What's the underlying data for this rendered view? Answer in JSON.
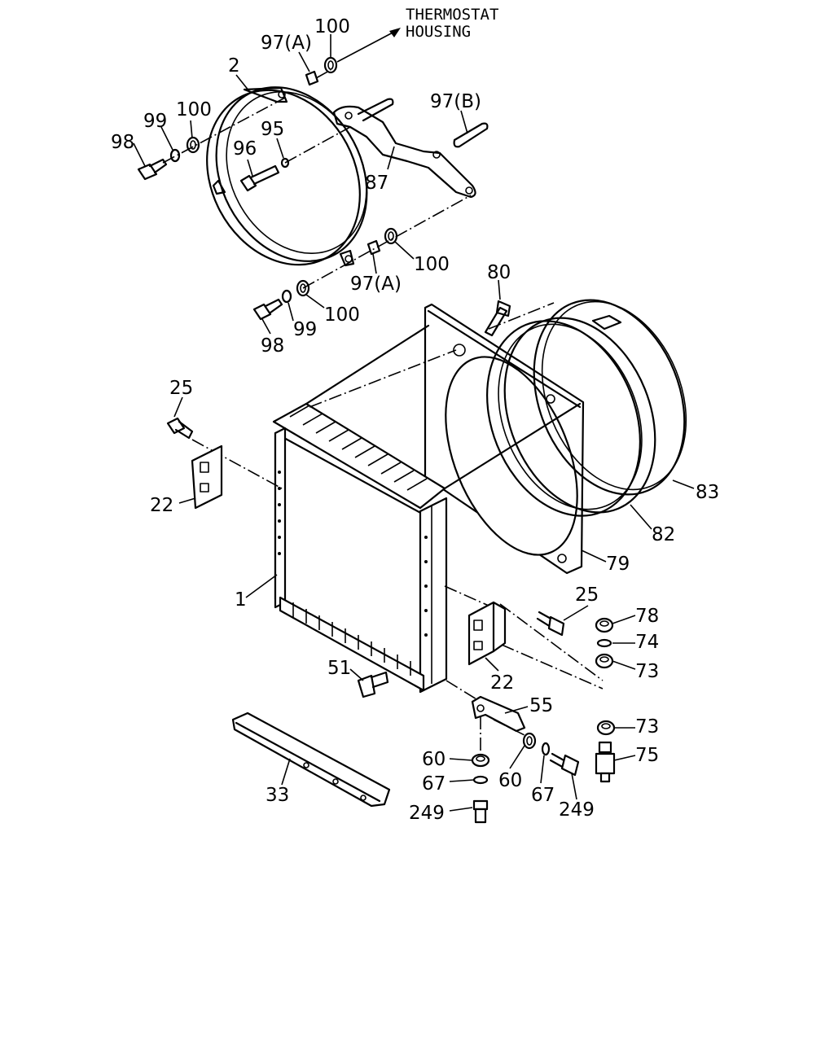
{
  "note": {
    "line1": "THERMOSTAT",
    "line2": "HOUSING"
  },
  "parts": [
    {
      "key": "p2",
      "label": "2"
    },
    {
      "key": "p97a_top",
      "label": "97(A)"
    },
    {
      "key": "p100_top",
      "label": "100"
    },
    {
      "key": "p99_left",
      "label": "99"
    },
    {
      "key": "p100_left",
      "label": "100"
    },
    {
      "key": "p98_top",
      "label": "98"
    },
    {
      "key": "p95",
      "label": "95"
    },
    {
      "key": "p96",
      "label": "96"
    },
    {
      "key": "p97b",
      "label": "97(B)"
    },
    {
      "key": "p87",
      "label": "87"
    },
    {
      "key": "p100_mid",
      "label": "100"
    },
    {
      "key": "p97a_mid",
      "label": "97(A)"
    },
    {
      "key": "p100_low",
      "label": "100"
    },
    {
      "key": "p99_low",
      "label": "99"
    },
    {
      "key": "p98_low",
      "label": "98"
    },
    {
      "key": "p80",
      "label": "80"
    },
    {
      "key": "p25_top",
      "label": "25"
    },
    {
      "key": "p22_left",
      "label": "22"
    },
    {
      "key": "p83",
      "label": "83"
    },
    {
      "key": "p82",
      "label": "82"
    },
    {
      "key": "p79",
      "label": "79"
    },
    {
      "key": "p1",
      "label": "1"
    },
    {
      "key": "p25_right",
      "label": "25"
    },
    {
      "key": "p78",
      "label": "78"
    },
    {
      "key": "p74",
      "label": "74"
    },
    {
      "key": "p73_a",
      "label": "73"
    },
    {
      "key": "p51",
      "label": "51"
    },
    {
      "key": "p22_right",
      "label": "22"
    },
    {
      "key": "p55",
      "label": "55"
    },
    {
      "key": "p73_b",
      "label": "73"
    },
    {
      "key": "p75",
      "label": "75"
    },
    {
      "key": "p60_left",
      "label": "60"
    },
    {
      "key": "p60_right",
      "label": "60"
    },
    {
      "key": "p67_left",
      "label": "67"
    },
    {
      "key": "p67_right",
      "label": "67"
    },
    {
      "key": "p249_left",
      "label": "249"
    },
    {
      "key": "p249_right",
      "label": "249"
    },
    {
      "key": "p33",
      "label": "33"
    }
  ]
}
